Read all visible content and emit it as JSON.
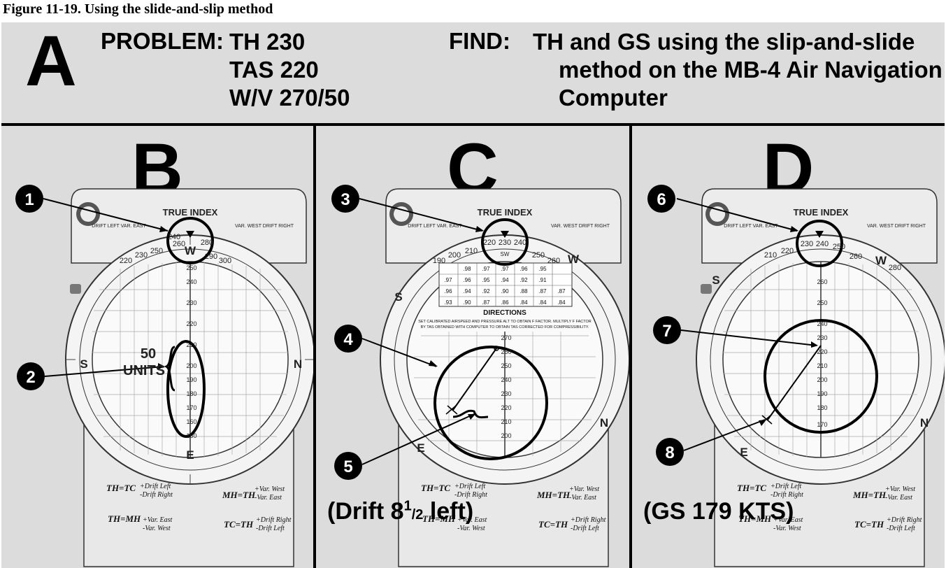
{
  "figure_title": "Figure 11-19. Using the slide-and-slip method",
  "panel_a": {
    "letter": "A",
    "problem_label": "PROBLEM:",
    "problem_lines": [
      "TH 230",
      "TAS 220",
      "W/V 270/50"
    ],
    "find_label": "FIND:",
    "find_lines": [
      "TH and GS using the slip-and-slide",
      "method on the MB-4 Air Navigation",
      "Computer"
    ]
  },
  "computer_labels": {
    "true_index": "TRUE INDEX",
    "drift_left_var_east": "DRIFT LEFT  VAR. EAST",
    "var_west_drift_right": "VAR. WEST  DRIFT RIGHT",
    "formula_th_tc": "TH=TC",
    "formula_th_tc_a": "+Drift Left",
    "formula_th_tc_b": "-Drift Right",
    "formula_th_mh": "TH=MH",
    "formula_th_mh_a": "+Var. East",
    "formula_th_mh_b": "-Var. West",
    "formula_mh_th": "MH=TH",
    "formula_mh_th_a": "+Var. West",
    "formula_mh_th_b": "-Var. East",
    "formula_tc_th": "TC=TH",
    "formula_tc_th_a": "+Drift Right",
    "formula_tc_th_b": "-Drift Left",
    "directions": "DIRECTIONS",
    "directions_line1": "SET CALIBRATED AIRSPEED AND PRESSURE ALT TO OBTAIN F FACTOR. MULTIPLY F FACTOR",
    "directions_line2": "BY TAS OBTAINED WITH COMPUTER TO OBTAIN TAS CORRECTED FOR COMPRESSIBILITY."
  },
  "panel_b": {
    "letter": "B",
    "callouts": [
      "1",
      "2"
    ],
    "units_value": "50",
    "units_label": "UNITS",
    "scale_top": [
      "240",
      "260",
      "280",
      "290",
      "300",
      "250",
      "230",
      "220"
    ],
    "cardinals": [
      "W",
      "S",
      "N",
      "E"
    ],
    "grid_labels": [
      "250",
      "240",
      "230",
      "220",
      "210",
      "200",
      "190",
      "180",
      "170",
      "160",
      "150"
    ]
  },
  "panel_c": {
    "letter": "C",
    "callouts": [
      "3",
      "4",
      "5"
    ],
    "scale_top": [
      "220",
      "230",
      "240",
      "250",
      "260",
      "210",
      "200",
      "190"
    ],
    "cardinals": [
      "SW",
      "S",
      "W",
      "E",
      "N"
    ],
    "grid_labels": [
      "270",
      "260",
      "250",
      "240",
      "230",
      "220",
      "210",
      "200"
    ],
    "table_rows": [
      [
        ".98",
        ".97",
        ".97",
        ".96",
        ".95"
      ],
      [
        ".97",
        ".96",
        ".95",
        ".94",
        ".92",
        ".91"
      ],
      [
        ".96",
        ".94",
        ".92",
        ".90",
        ".88",
        ".87",
        ".87"
      ],
      [
        ".93",
        ".90",
        ".87",
        ".86",
        ".84",
        ".84",
        ".84"
      ]
    ],
    "caption_main": "(Drift 8",
    "caption_num": "1",
    "caption_den": "/2",
    "caption_end": " left)"
  },
  "panel_d": {
    "letter": "D",
    "callouts": [
      "6",
      "7",
      "8"
    ],
    "scale_top": [
      "230",
      "240",
      "250",
      "220",
      "210",
      "260",
      "280"
    ],
    "cardinals": [
      "W",
      "S",
      "N",
      "E"
    ],
    "grid_labels": [
      "260",
      "250",
      "240",
      "230",
      "220",
      "210",
      "200",
      "190",
      "180",
      "170"
    ],
    "caption": "(GS 179 KTS)"
  }
}
